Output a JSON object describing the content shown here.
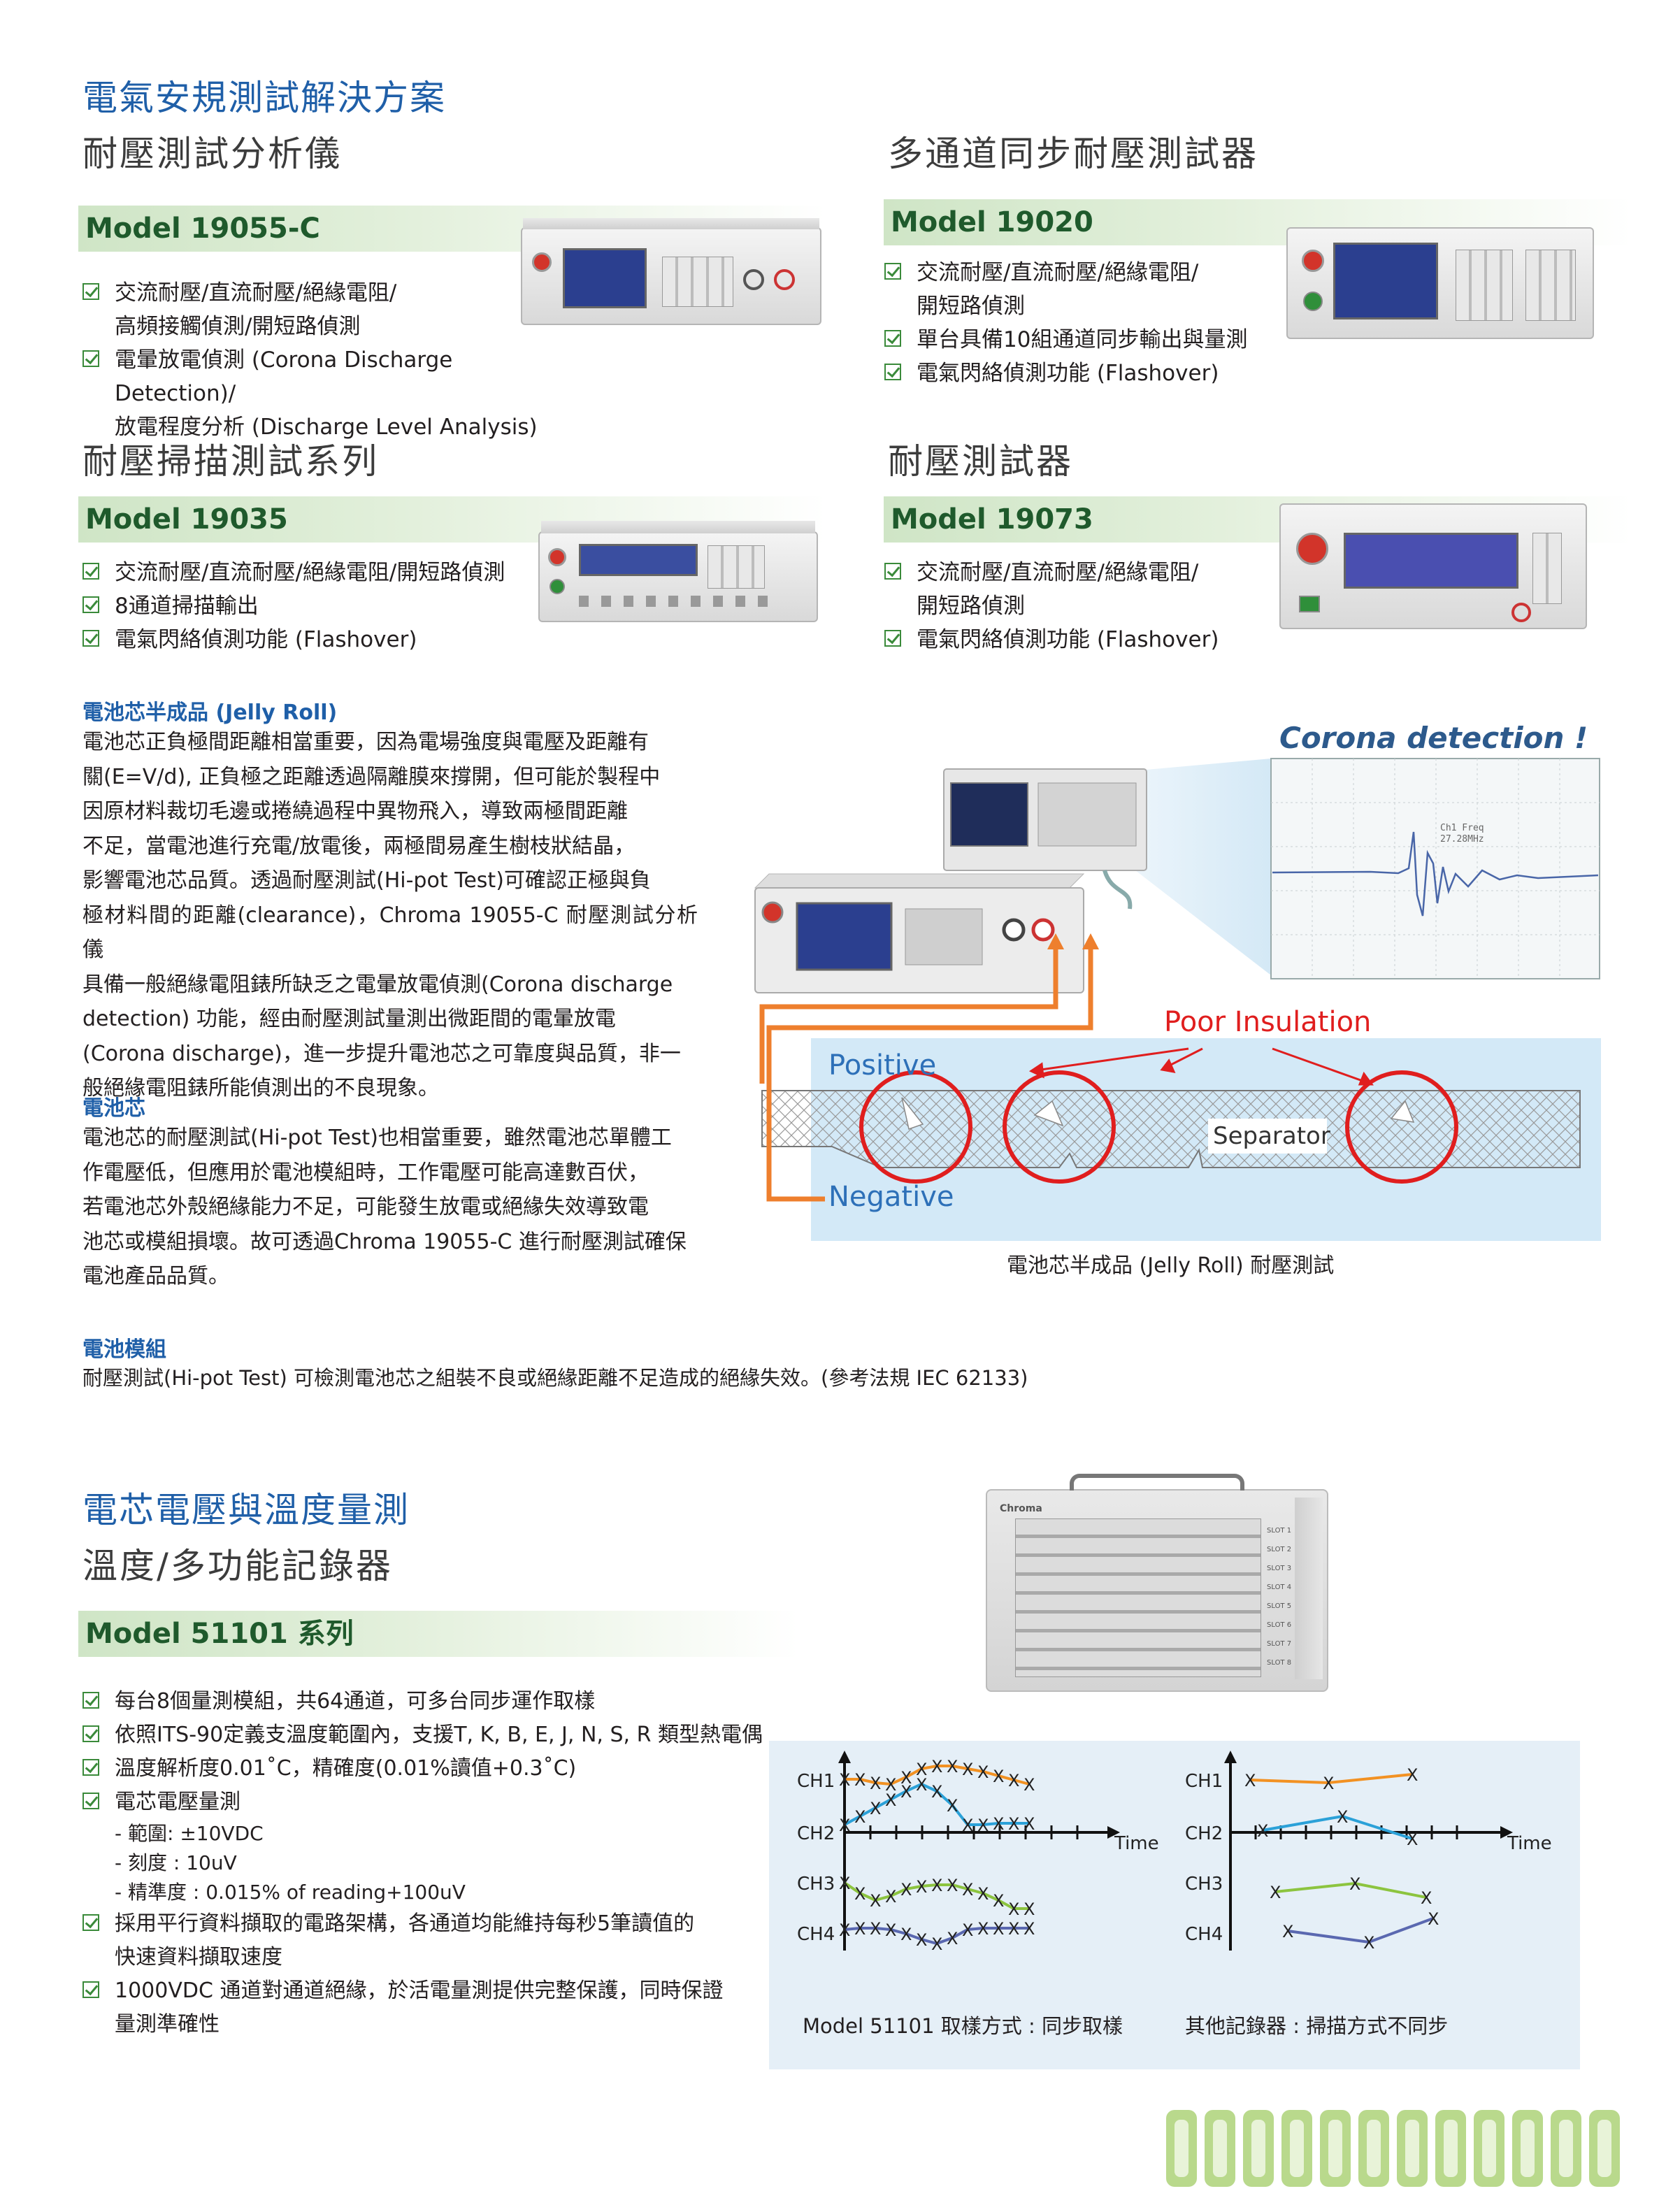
{
  "header": {
    "main_title": "電氣安規測試解決方案",
    "left_subtitle": "耐壓測試分析儀",
    "right_subtitle": "多通道同步耐壓測試器"
  },
  "products": {
    "p19055": {
      "model": "Model 19055-C",
      "features": [
        [
          "交流耐壓/直流耐壓/絕緣電阻/",
          "高頻接觸偵測/開短路偵測"
        ],
        [
          "電暈放電偵測 (Corona Discharge Detection)/",
          "放電程度分析 (Discharge Level Analysis)"
        ]
      ]
    },
    "p19020": {
      "model": "Model 19020",
      "features": [
        [
          "交流耐壓/直流耐壓/絕緣電阻/",
          "開短路偵測"
        ],
        [
          "單台具備10組通道同步輸出與量測"
        ],
        [
          "電氣閃絡偵測功能 (Flashover)"
        ]
      ]
    },
    "sweep_title": "耐壓掃描測試系列",
    "p19035": {
      "model": "Model 19035",
      "features": [
        [
          "交流耐壓/直流耐壓/絕緣電阻/開短路偵測"
        ],
        [
          "8通道掃描輸出"
        ],
        [
          "電氣閃絡偵測功能 (Flashover)"
        ]
      ]
    },
    "tester_title": "耐壓測試器",
    "p19073": {
      "model": "Model 19073",
      "features": [
        [
          "交流耐壓/直流耐壓/絕緣電阻/",
          "開短路偵測"
        ],
        [
          "電氣閃絡偵測功能 (Flashover)"
        ]
      ]
    }
  },
  "jelly": {
    "heading": "電池芯半成品 (Jelly Roll)",
    "lines": [
      "電池芯正負極間距離相當重要，因為電場強度與電壓及距離有",
      "關(E=V/d), 正負極之距離透過隔離膜來撐開，但可能於製程中",
      "因原材料裁切毛邊或捲繞過程中異物飛入，導致兩極間距離",
      "不足，當電池進行充電/放電後，兩極間易產生樹枝狀結晶，",
      "影響電池芯品質。透過耐壓測試(Hi-pot Test)可確認正極與負",
      "極材料間的距離(clearance)，Chroma 19055-C 耐壓測試分析儀",
      "具備一般絕緣電阻錶所缺乏之電暈放電偵測(Corona discharge",
      "detection) 功能，經由耐壓測試量測出微距間的電暈放電",
      "(Corona discharge)，進一步提升電池芯之可靠度與品質，非一",
      "般絕緣電阻錶所能偵測出的不良現象。"
    ]
  },
  "cell": {
    "heading": "電池芯",
    "lines": [
      "電池芯的耐壓測試(Hi-pot Test)也相當重要，雖然電池芯單體工",
      "作電壓低，但應用於電池模組時，工作電壓可能高達數百伏，",
      "若電池芯外殼絕緣能力不足，可能發生放電或絕緣失效導致電",
      "池芯或模組損壞。故可透過Chroma 19055-C 進行耐壓測試確保",
      "電池產品品質。"
    ]
  },
  "diagram": {
    "corona_title": "Corona detection !",
    "scope_readout_1": "Ch1 Freq",
    "scope_readout_2": "27.28MHz",
    "poor_insulation": "Poor Insulation",
    "positive": "Positive",
    "negative": "Negative",
    "separator": "Separator",
    "caption": "電池芯半成品 (Jelly Roll) 耐壓測試"
  },
  "module": {
    "heading": "電池模組",
    "line": "耐壓測試(Hi-pot Test) 可檢測電池芯之組裝不良或絕緣距離不足造成的絕緣失效。(參考法規 IEC 62133)"
  },
  "logger": {
    "title": "電芯電壓與溫度量測",
    "subtitle": "溫度/多功能記錄器",
    "model": "Model 51101 系列",
    "features": [
      [
        "每台8個量測模組，共64通道，可多台同步運作取樣"
      ],
      [
        "依照ITS-90定義支溫度範圍內，支援T, K, B, E, J, N, S, R 類型熱電偶"
      ],
      [
        "溫度解析度0.01˚C，精確度(0.01%讀值+0.3˚C)"
      ],
      [
        "電芯電壓量測"
      ]
    ],
    "sub_items": [
      "- 範圍: ±10VDC",
      "- 刻度 : 10uV",
      "- 精準度 : 0.015% of reading+100uV"
    ],
    "features2": [
      [
        "採用平行資料擷取的電路架構，各通道均能維持每秒5筆讀值的",
        "快速資料擷取速度"
      ],
      [
        "1000VDC 通道對通道絕緣，於活電量測提供完整保護，同時保證",
        "量測準確性"
      ]
    ],
    "device_brand": "Chroma",
    "device_slots": [
      "SLOT 1",
      "SLOT 2",
      "SLOT 3",
      "SLOT 4",
      "SLOT 5",
      "SLOT 6",
      "SLOT 7",
      "SLOT 8"
    ]
  },
  "sampling": {
    "channels": [
      "CH1",
      "CH2",
      "CH3",
      "CH4"
    ],
    "time_label": "Time",
    "mark": "X",
    "left_caption": "Model 51101 取樣方式 : 同步取樣",
    "right_caption": "其他記錄器 : 掃描方式不同步",
    "colors": {
      "ch1": "#f29122",
      "ch2": "#2ba1d8",
      "ch3": "#8cc43f",
      "ch4": "#5a68b0"
    }
  }
}
